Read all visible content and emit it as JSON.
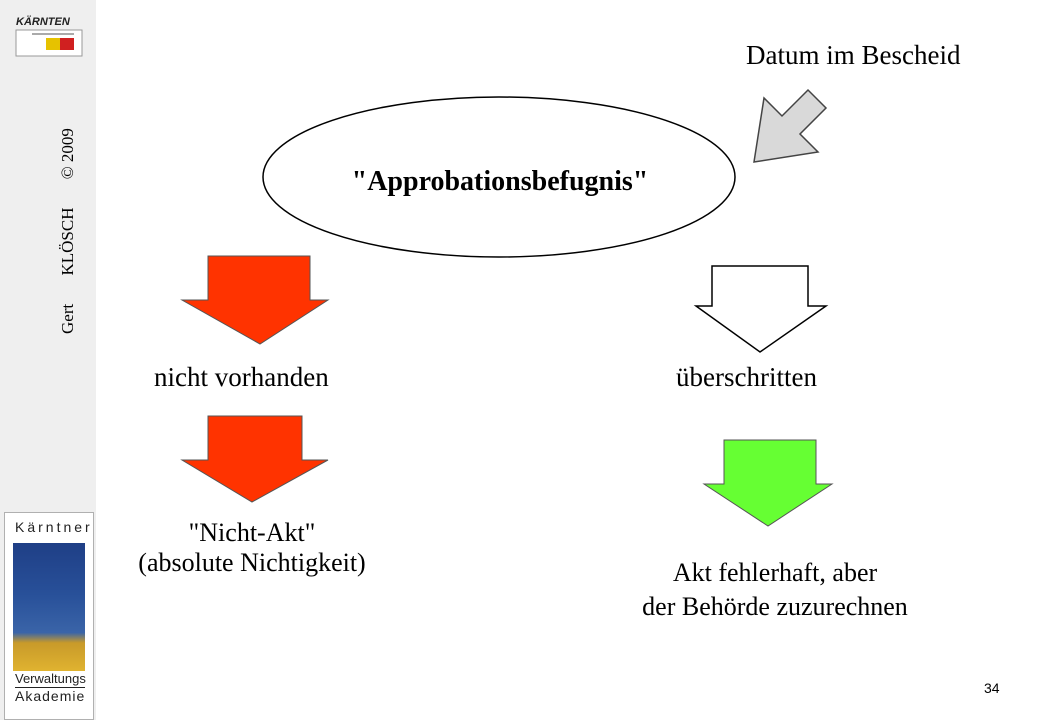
{
  "sidebar": {
    "brand_top": "KÄRNTEN",
    "author_first": "Gert",
    "author_last": "KLÖSCH",
    "copyright": "© 2009",
    "academy_region": "Kärntner",
    "academy_line1": "Verwaltungs",
    "academy_line2": "Akademie"
  },
  "slide": {
    "datum": "Datum im Bescheid",
    "center_label": "\"Approbationsbefugnis\"",
    "left_label": "nicht vorhanden",
    "right_label": "überschritten",
    "left_result_line1": "\"Nicht-Akt\"",
    "left_result_line2": "(absolute Nichtigkeit)",
    "right_result_line1": "Akt fehlerhaft, aber",
    "right_result_line2": "der Behörde zuzurechnen",
    "page_number": "34"
  },
  "colors": {
    "red_arrow": "#ff3300",
    "green_arrow": "#66ff33",
    "gray_arrow": "#d9d9d9",
    "white_arrow": "#ffffff"
  }
}
